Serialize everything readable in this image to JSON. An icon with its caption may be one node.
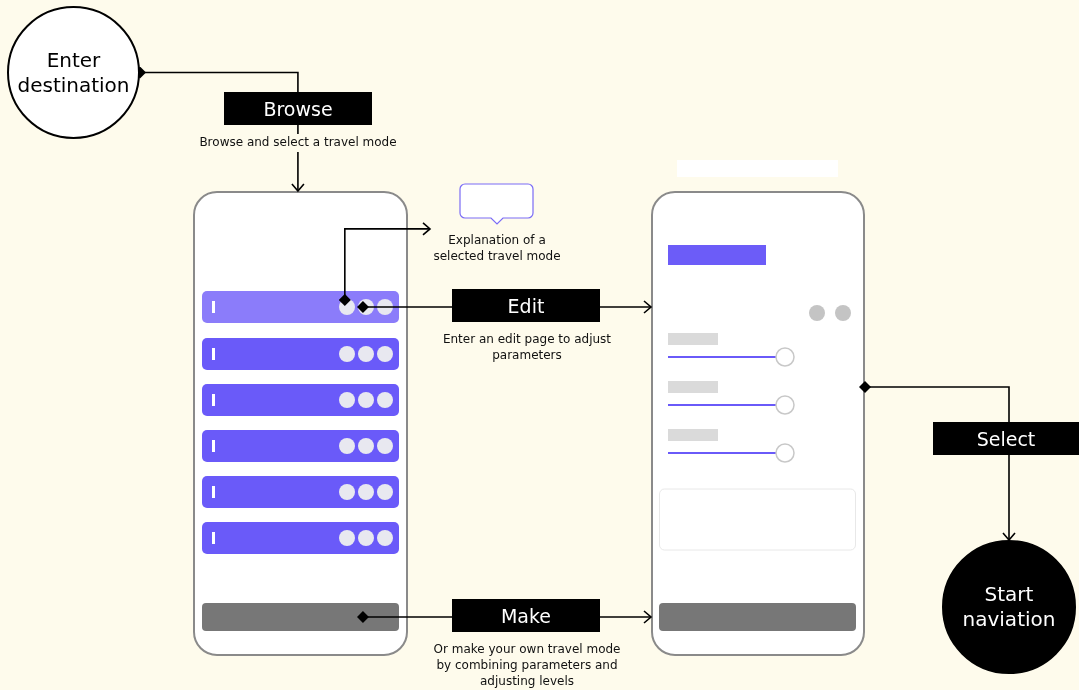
{
  "diagram": {
    "nodes": [
      {
        "text": [
          "Enter destination"
        ]
      },
      {
        "text": [],
        "shape": "box"
      },
      {
        "text": [],
        "shape": "bar",
        "in": 1
      },
      {
        "text": [],
        "shape": "bar",
        "in": 1
      },
      {
        "text": [
          "Explanation of a selected travel mode"
        ]
      },
      {
        "text": [],
        "shape": "box"
      },
      {
        "text": [
          "Start naviation"
        ]
      }
    ],
    "edges": [
      {
        "from": 0,
        "to": 1,
        "arrow": "to",
        "label": "Browse"
      },
      {
        "from": 2,
        "to": 4,
        "arrow": "to"
      },
      {
        "from": 2,
        "to": 5,
        "arrow": "to",
        "label": "Edit"
      },
      {
        "from": 3,
        "to": 5,
        "arrow": "to",
        "label": "Make"
      },
      {
        "from": 5,
        "to": 6,
        "arrow": "to",
        "label": "Select"
      }
    ],
    "labels": [
      "Browse and select a travel mode",
      "Enter an edit page to adjust parameters",
      "Or make your own travel mode by combining parameters and adjusting levels"
    ]
  }
}
